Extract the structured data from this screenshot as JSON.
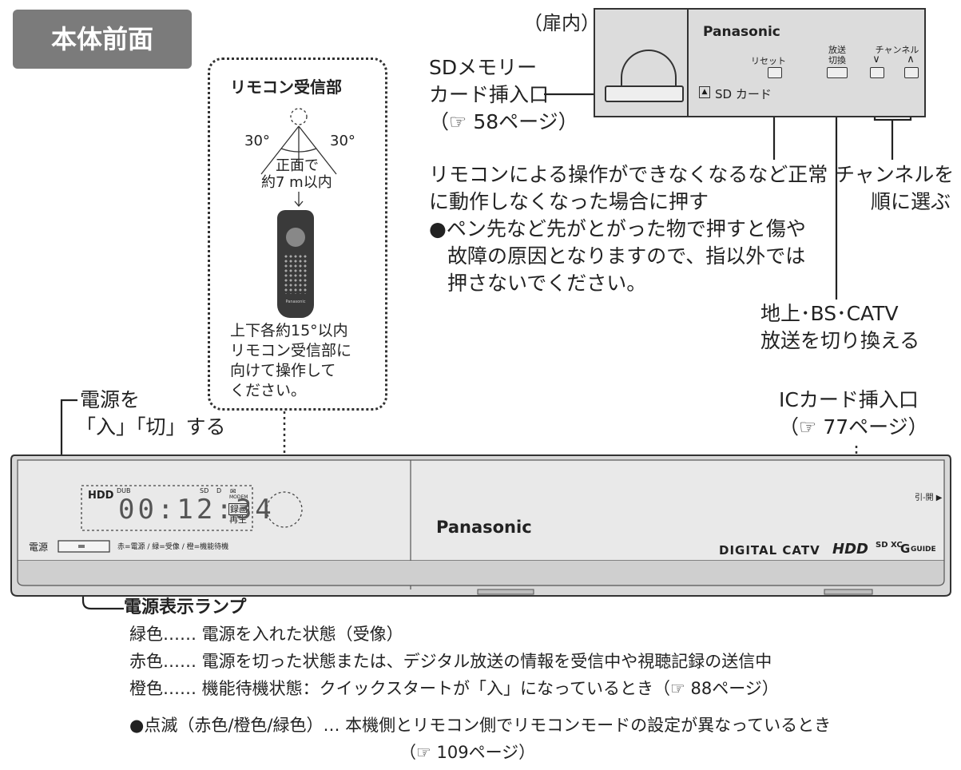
{
  "section_title": "本体前面",
  "door": {
    "label": "（扉内）",
    "brand": "Panasonic",
    "reset_label": "リセット",
    "broadcast_label_1": "放送",
    "broadcast_label_2": "切換",
    "channel_label": "チャンネル",
    "channel_down": "∨",
    "channel_up": "∧",
    "sd_card_label": "SD カード"
  },
  "sd_slot_callout": [
    "SDメモリー",
    "カード挿入口",
    "（☞ 58ページ）"
  ],
  "reset_callout": [
    "リモコンによる操作ができなくなるなど正常",
    "に動作しなくなった場合に押す",
    "●ペン先など先がとがった物で押すと傷や",
    "故障の原因となりますので、指以外では",
    "押さないでください。"
  ],
  "channel_callout": [
    "チャンネルを",
    "順に選ぶ"
  ],
  "broadcast_callout": [
    "地上･BS･CATV",
    "放送を切り換える"
  ],
  "remote_receiver": {
    "title": "リモコン受信部",
    "angle_left": "30°",
    "angle_right": "30°",
    "front_distance": [
      "正面で",
      "約7 m以内"
    ],
    "note": [
      "上下各約15°以内",
      "リモコン受信部に",
      "向けて操作して",
      "ください。"
    ],
    "remote_brand": "Panasonic"
  },
  "power_callout": [
    "電源を",
    "「入」「切」する"
  ],
  "ic_card_callout": [
    "ICカード挿入口",
    "（☞ 77ページ）"
  ],
  "device": {
    "hdd_label": "HDD",
    "dub_label": "DUB",
    "sd_label": "SD",
    "d_label": "D",
    "modem_label": "MODEM",
    "rec_label": "録画",
    "play_label": "再生",
    "time_display": "00:12:34",
    "power_label": "電源",
    "lamp_legend": "赤=電源 / 緑=受像 / 橙=機能待機",
    "brand": "Panasonic",
    "open_label": "引-開 ▶",
    "logos": "DIGITAL CATV",
    "hdd_logo": "HDD",
    "sd_logo": "SD XC",
    "gguide_logo": "GUIDE"
  },
  "power_lamp": {
    "title": "電源表示ランプ",
    "green": "緑色…… 電源を入れた状態（受像）",
    "red": "赤色…… 電源を切った状態または、デジタル放送の情報を受信中や視聴記録の送信中",
    "orange": "橙色…… 機能待機状態：クイックスタートが「入」になっているとき（☞ 88ページ）",
    "blink": "●点滅（赤色/橙色/緑色）… 本機側とリモコン側でリモコンモードの設定が異なっているとき",
    "blink_ref": "（☞ 109ページ）"
  }
}
